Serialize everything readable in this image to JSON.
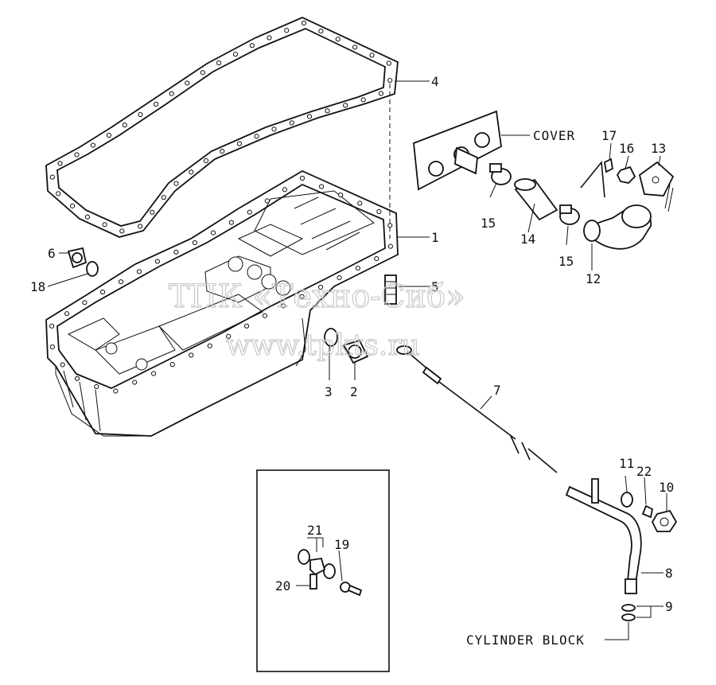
{
  "watermark": {
    "line1": "ТПК «Техно-Сиб»",
    "line2": "www.tpkts.ru"
  },
  "text_labels": {
    "cover": "COVER",
    "cylinder_block": "CYLINDER BLOCK"
  },
  "part_numbers": {
    "p1": "1",
    "p2": "2",
    "p3": "3",
    "p4": "4",
    "p5": "5",
    "p6": "6",
    "p7": "7",
    "p8": "8",
    "p9": "9",
    "p10": "10",
    "p11": "11",
    "p12": "12",
    "p13": "13",
    "p14": "14",
    "p15a": "15",
    "p15b": "15",
    "p16": "16",
    "p17": "17",
    "p18": "18",
    "p19": "19",
    "p20": "20",
    "p21": "21",
    "p22": "22"
  }
}
